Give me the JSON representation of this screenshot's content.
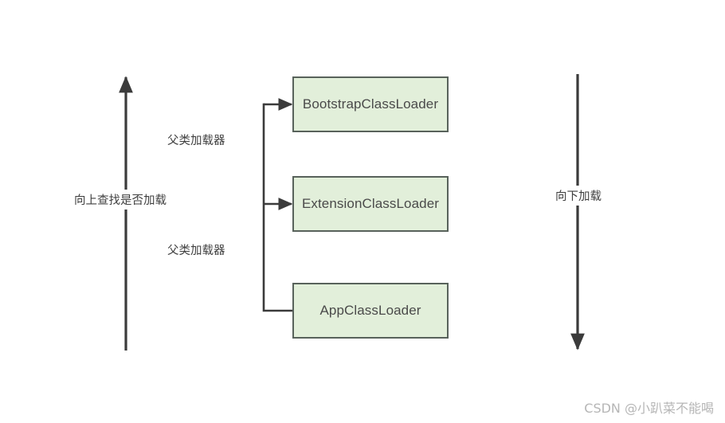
{
  "diagram": {
    "background_color": "#ffffff",
    "node_fill": "#e2efda",
    "node_stroke": "#58625b",
    "line_color": "#3b3b3b",
    "text_color": "#4a4a4a",
    "nodes": [
      {
        "id": "bootstrap",
        "label": "BootstrapClassLoader"
      },
      {
        "id": "extension",
        "label": "ExtensionClassLoader"
      },
      {
        "id": "app",
        "label": "AppClassLoader"
      }
    ],
    "edge_labels": [
      {
        "id": "parent-upper",
        "text": "父类加载器"
      },
      {
        "id": "parent-lower",
        "text": "父类加载器"
      }
    ],
    "axis_labels": [
      {
        "id": "left-axis",
        "text": "向上查找是否加载",
        "direction": "up"
      },
      {
        "id": "right-axis",
        "text": "向下加载",
        "direction": "down"
      }
    ]
  },
  "watermark": {
    "text": "CSDN @小趴菜不能喝"
  }
}
